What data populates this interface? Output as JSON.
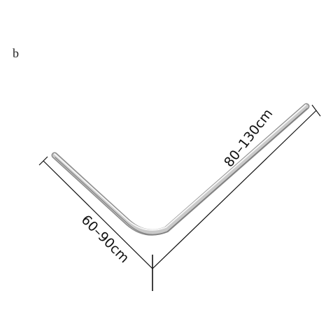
{
  "figure": {
    "letter": "b"
  },
  "dimensions": {
    "short_side": "60–90cm",
    "long_side": "80–130cm"
  },
  "colors": {
    "background": "#ffffff",
    "rod_dark": "#9a9a9a",
    "rod_light": "#f2f2f2",
    "dimension_line": "#111111"
  }
}
